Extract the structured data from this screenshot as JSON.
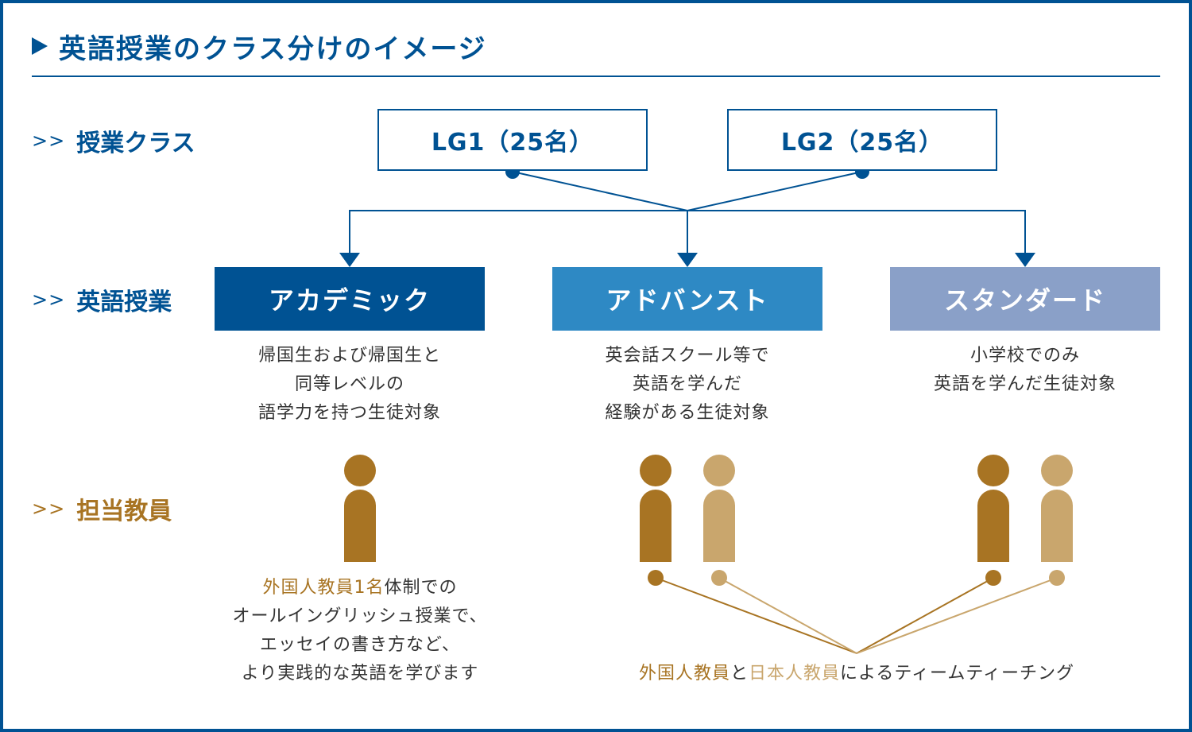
{
  "title": "英語授業のクラス分けのイメージ",
  "row_labels": {
    "prefix": ">>",
    "classes": "授業クラス",
    "courses": "英語授業",
    "teachers": "担当教員"
  },
  "classes": [
    {
      "label": "LG1（25名）"
    },
    {
      "label": "LG2（25名）"
    }
  ],
  "courses": [
    {
      "name": "アカデミック",
      "color": "#005293",
      "description": "帰国生および帰国生と\n同等レベルの\n語学力を持つ生徒対象"
    },
    {
      "name": "アドバンスト",
      "color": "#2e89c4",
      "description": "英会話スクール等で\n英語を学んだ\n経験がある生徒対象"
    },
    {
      "name": "スタンダード",
      "color": "#8aa0c8",
      "description": "小学校でのみ\n英語を学んだ生徒対象"
    }
  ],
  "teacher_colors": {
    "foreign": "#a87423",
    "japanese": "#c9a66d"
  },
  "academic_note": {
    "highlight": "外国人教員1名",
    "line1_rest": "体制での",
    "line2": "オールイングリッシュ授業で、",
    "line3": "エッセイの書き方など、",
    "line4": "より実践的な英語を学びます"
  },
  "team_note": {
    "foreign": "外国人教員",
    "connector": "と",
    "japanese": "日本人教員",
    "rest": "によるティームティーチング"
  },
  "colors": {
    "primary": "#005293",
    "gold": "#a87423",
    "light_gold": "#c9a66d"
  }
}
